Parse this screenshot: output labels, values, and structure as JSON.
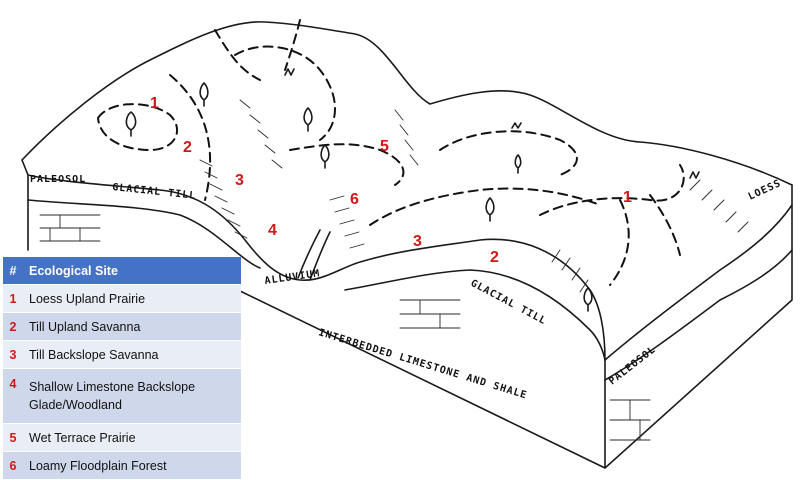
{
  "legend": {
    "header_num": "#",
    "header_label": "Ecological Site",
    "rows": [
      {
        "num": "1",
        "label": "Loess Upland Prairie"
      },
      {
        "num": "2",
        "label": "Till Upland Savanna"
      },
      {
        "num": "3",
        "label": "Till Backslope Savanna"
      },
      {
        "num": "4",
        "label": "Shallow Limestone Backslope Glade/Woodland"
      },
      {
        "num": "5",
        "label": "Wet Terrace Prairie"
      },
      {
        "num": "6",
        "label": "Loamy Floodplain Forest"
      }
    ]
  },
  "diagram": {
    "site_labels": [
      "1",
      "2",
      "3",
      "4",
      "5",
      "6",
      "3",
      "2",
      "1"
    ],
    "geology_labels": {
      "paleosol_left": "PALEOSOL",
      "glacial_till_left": "GLACIAL TILL",
      "loess": "LOESS",
      "alluvium": "ALLUVIUM",
      "glacial_till_right": "GLACIAL TILL",
      "paleosol_right": "PALEOSOL",
      "bedrock": "INTERBEDDED LIMESTONE AND SHALE"
    },
    "colors": {
      "site_number": "#d01818",
      "legend_header": "#4472c4",
      "legend_row_dark": "#cfd8ea",
      "legend_row_light": "#e9edf5"
    }
  }
}
